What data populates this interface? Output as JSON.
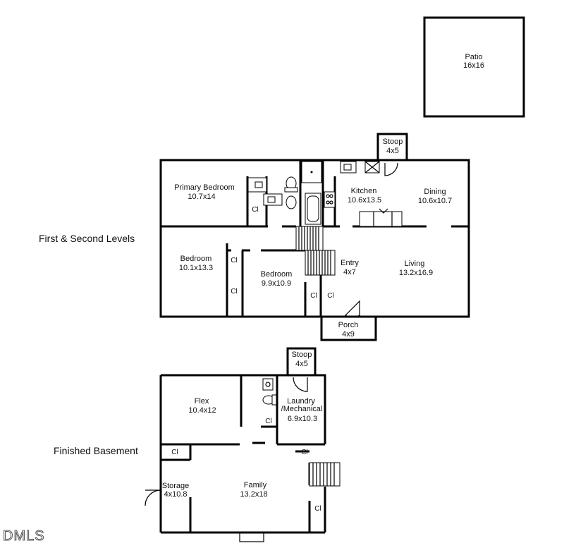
{
  "levels": {
    "first_second": "First & Second Levels",
    "basement": "Finished Basement"
  },
  "rooms": {
    "patio": {
      "name": "Patio",
      "size": "16x16"
    },
    "stoop_top": {
      "name": "Stoop",
      "size": "4x5"
    },
    "primary_bedroom": {
      "name": "Primary Bedroom",
      "size": "10.7x14"
    },
    "kitchen": {
      "name": "Kitchen",
      "size": "10.6x13.5"
    },
    "dining": {
      "name": "Dining",
      "size": "10.6x10.7"
    },
    "bedroom_left": {
      "name": "Bedroom",
      "size": "10.1x13.3"
    },
    "bedroom_mid": {
      "name": "Bedroom",
      "size": "9.9x10.9"
    },
    "entry": {
      "name": "Entry",
      "size": "4x7"
    },
    "living": {
      "name": "Living",
      "size": "13.2x16.9"
    },
    "porch": {
      "name": "Porch",
      "size": "4x9"
    },
    "stoop_basement": {
      "name": "Stoop",
      "size": "4x5"
    },
    "flex": {
      "name": "Flex",
      "size": "10.4x12"
    },
    "laundry": {
      "name_line1": "Laundry",
      "name_line2": "/Mechanical",
      "size": "6.9x10.3"
    },
    "storage": {
      "name": "Storage",
      "size": "4x10.8"
    },
    "family": {
      "name": "Family",
      "size": "13.2x18"
    }
  },
  "closet_label": "Cl",
  "watermark": "DMLS"
}
